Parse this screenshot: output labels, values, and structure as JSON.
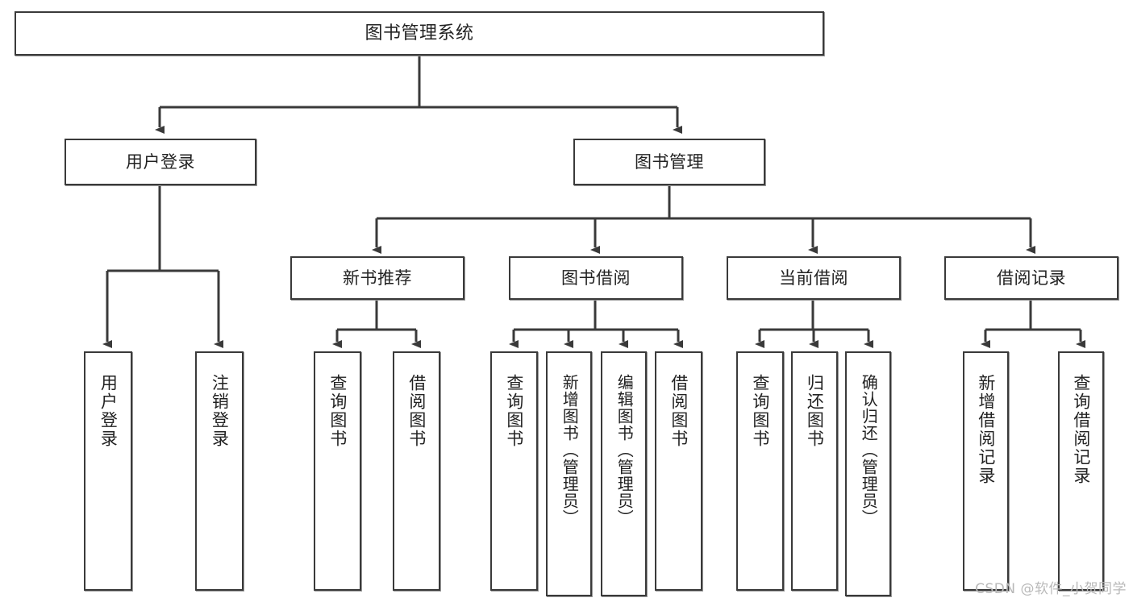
{
  "diagram": {
    "title": "图书管理系统",
    "type": "tree-hierarchy-chart",
    "watermark": "CSDN @软件_小贺同学",
    "colors": {
      "stroke": "#3a3a3a",
      "fill": "#ffffff",
      "text": "#222222",
      "watermark": "#b9b9b9"
    },
    "levels": {
      "root": {
        "label": "图书管理系统"
      },
      "level2": [
        {
          "id": "user-login",
          "label": "用户登录"
        },
        {
          "id": "book-manage",
          "label": "图书管理"
        }
      ],
      "level3": [
        {
          "id": "new-book-rec",
          "label": "新书推荐"
        },
        {
          "id": "book-borrow",
          "label": "图书借阅"
        },
        {
          "id": "current-borrow",
          "label": "当前借阅"
        },
        {
          "id": "borrow-record",
          "label": "借阅记录"
        }
      ],
      "leaves": {
        "user-login": [
          {
            "id": "leaf-user-login",
            "label": "用户登录"
          },
          {
            "id": "leaf-logout",
            "label": "注销登录"
          }
        ],
        "new-book-rec": [
          {
            "id": "leaf-query-book-1",
            "label": "查询图书"
          },
          {
            "id": "leaf-borrow-book-1",
            "label": "借阅图书"
          }
        ],
        "book-borrow": [
          {
            "id": "leaf-query-book-2",
            "label": "查询图书"
          },
          {
            "id": "leaf-add-book",
            "label": "新增图书（管理员）"
          },
          {
            "id": "leaf-edit-book",
            "label": "编辑图书（管理员）"
          },
          {
            "id": "leaf-borrow-book-2",
            "label": "借阅图书"
          }
        ],
        "current-borrow": [
          {
            "id": "leaf-query-book-3",
            "label": "查询图书"
          },
          {
            "id": "leaf-return-book",
            "label": "归还图书"
          },
          {
            "id": "leaf-confirm-return",
            "label": "确认归还（管理员）"
          }
        ],
        "borrow-record": [
          {
            "id": "leaf-add-record",
            "label": "新增借阅记录"
          },
          {
            "id": "leaf-query-record",
            "label": "查询借阅记录"
          }
        ]
      }
    }
  }
}
